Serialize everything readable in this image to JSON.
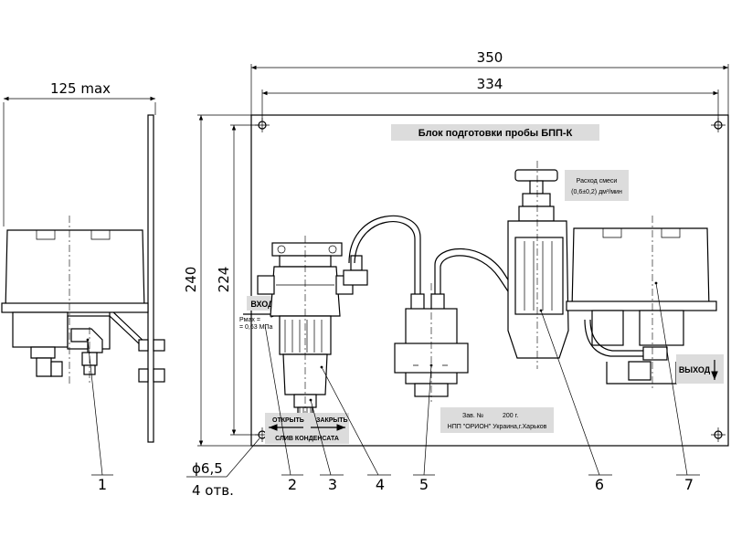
{
  "dimensions": {
    "width_total": "350",
    "width_holes": "334",
    "height_total": "240",
    "height_holes": "224",
    "side_width": "125 max",
    "hole_dia": "ϕ6,5",
    "hole_count": "4 отв."
  },
  "panel": {
    "title": "Блок  подготовки  пробы  БПП-К",
    "flow_label_line1": "Расход  смеси",
    "flow_label_line2": "(0,6±0,2) дм³/мин",
    "input_label": "ВХОД",
    "pressure_line1": "Pмах =",
    "pressure_line2": "= 0,63 МПа",
    "open_label": "ОТКРЫТЬ",
    "close_label": "ЗАКРЫТЬ",
    "drain_label": "СЛИВ КОНДЕНСАТА",
    "output_label": "ВЫХОД",
    "serial_label": "Зав. №",
    "year_label": "200  г.",
    "maker_label": "НПП \"ОРИОН\" Украина,г.Харьков"
  },
  "callouts": [
    "1",
    "2",
    "3",
    "4",
    "5",
    "6",
    "7"
  ]
}
